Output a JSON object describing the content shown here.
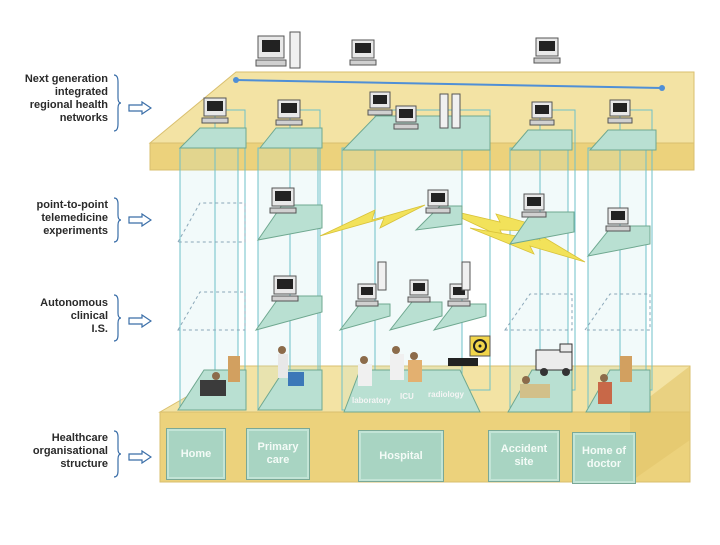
{
  "layers": [
    {
      "lines": [
        "Next generation",
        "integrated",
        "regional health",
        "networks"
      ]
    },
    {
      "lines": [
        "point-to-point",
        "telemedicine",
        "experiments"
      ]
    },
    {
      "lines": [
        "Autonomous",
        "clinical",
        "I.S."
      ]
    },
    {
      "lines": [
        "Healthcare",
        "organisational",
        "structure"
      ]
    }
  ],
  "organisations": [
    {
      "lines": [
        "Home"
      ]
    },
    {
      "lines": [
        "Primary",
        "care"
      ]
    },
    {
      "lines": [
        "Hospital"
      ]
    },
    {
      "lines": [
        "Accident",
        "site"
      ]
    },
    {
      "lines": [
        "Home of",
        "doctor"
      ]
    }
  ],
  "hospital_units": [
    "laboratory",
    "ICU",
    "radiology"
  ],
  "colors": {
    "slab_top": "#f3e3a4",
    "slab_side": "#ecd27c",
    "platform": "#b9e0d2",
    "glass": "#b8e4e6",
    "org_box": "#a8d4c2",
    "network_line": "#4f8fd6",
    "lightning": "#f2e25a"
  },
  "icons": [
    "computer-workstation-icon",
    "server-tower-icon",
    "lightning-link-icon",
    "radiation-symbol-icon",
    "ambulance-icon",
    "patient-figure-icon"
  ]
}
